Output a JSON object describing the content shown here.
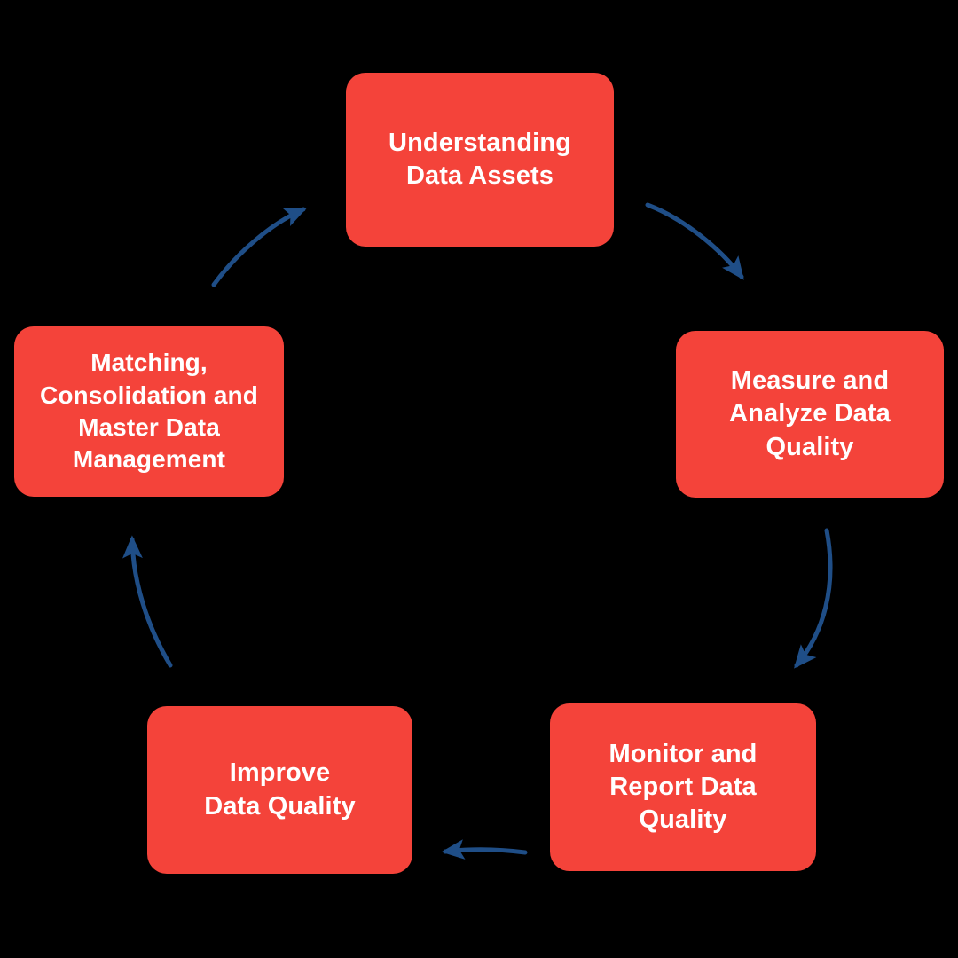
{
  "diagram": {
    "type": "cycle",
    "background_color": "#000000",
    "node_color": "#F4433A",
    "node_text_color": "#FFFFFF",
    "arrow_color": "#1F4E87",
    "direction": "clockwise",
    "nodes": [
      {
        "id": "understanding",
        "label": "Understanding\nData Assets",
        "position": "top",
        "order": 1
      },
      {
        "id": "measure",
        "label": "Measure and\nAnalyze Data\nQuality",
        "position": "right",
        "order": 2
      },
      {
        "id": "monitor",
        "label": "Monitor and\nReport Data\nQuality",
        "position": "bottom-right",
        "order": 3
      },
      {
        "id": "improve",
        "label": "Improve\nData Quality",
        "position": "bottom-left",
        "order": 4
      },
      {
        "id": "matching",
        "label": "Matching,\nConsolidation and\nMaster Data\nManagement",
        "position": "left",
        "order": 5
      }
    ],
    "arrows": [
      {
        "id": "arrow-understanding-to-measure",
        "from": "understanding",
        "to": "measure"
      },
      {
        "id": "arrow-measure-to-monitor",
        "from": "measure",
        "to": "monitor"
      },
      {
        "id": "arrow-monitor-to-improve",
        "from": "monitor",
        "to": "improve"
      },
      {
        "id": "arrow-improve-to-matching",
        "from": "improve",
        "to": "matching"
      },
      {
        "id": "arrow-matching-to-understanding",
        "from": "matching",
        "to": "understanding"
      }
    ]
  }
}
